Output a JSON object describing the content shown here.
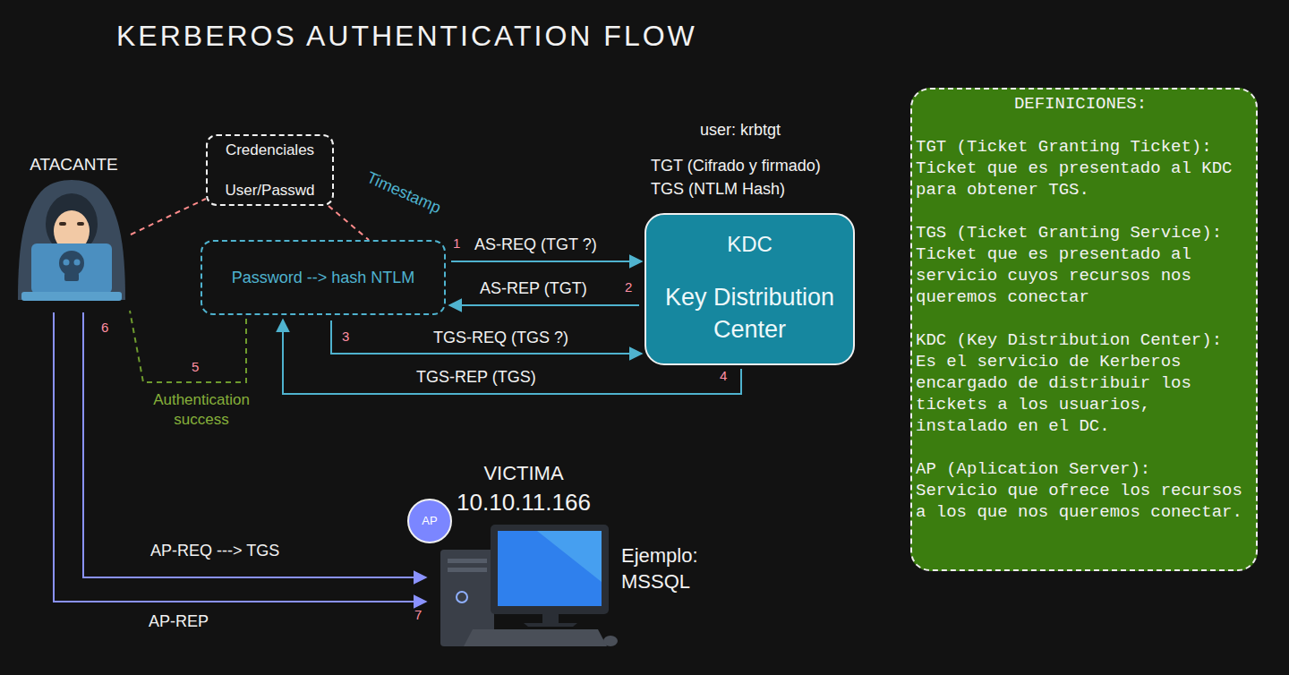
{
  "diagram": {
    "title": "KERBEROS AUTHENTICATION FLOW",
    "nodes": [
      {
        "text": [
          "ATACANTE"
        ]
      },
      {
        "text": [
          "Credenciales",
          "User/Passwd"
        ]
      },
      {
        "text": [
          "Password --> hash NTLM"
        ]
      },
      {
        "text": [
          "KDC",
          "Key Distribution Center"
        ]
      },
      {
        "text": [
          "VICTIMA",
          "10.10.11.166"
        ]
      },
      {
        "text": [
          "AP"
        ],
        "in": 4
      },
      {
        "text": [
          "DEFINICIONES:",
          "TGT (Ticket Granting Ticket):",
          "Ticket que es presentado al KDC para obtener TGS.",
          "TGS (Ticket Granting Service):",
          "Ticket que es presentado al servicio cuyos recursos nos queremos conectar",
          "KDC (Key Distribution Center):",
          "Es el servicio de Kerberos encargado de distribuir los tickets a los usuarios, instalado en el DC.",
          "AP (Aplication Server):",
          "Servicio que ofrece los recursos a los que nos queremos conectar."
        ]
      }
    ],
    "edges": [
      {
        "from": 0,
        "to": 1,
        "arrow": "none"
      },
      {
        "from": 1,
        "to": 2,
        "label": "Timestamp",
        "arrow": "none"
      },
      {
        "from": 2,
        "to": 3,
        "label": "AS-REQ (TGT ?)",
        "arrow": "to"
      },
      {
        "from": 3,
        "to": 2,
        "label": "AS-REP (TGT)",
        "arrow": "to"
      },
      {
        "from": 2,
        "to": 3,
        "label": "TGS-REQ (TGS ?)",
        "arrow": "to"
      },
      {
        "from": 3,
        "to": 2,
        "label": "TGS-REP (TGS)",
        "arrow": "to"
      },
      {
        "from": 2,
        "to": 0,
        "label": "Authentication success",
        "arrow": "none"
      },
      {
        "from": 0,
        "to": 4,
        "label": "AP-REQ ---> TGS",
        "arrow": "to"
      },
      {
        "from": 0,
        "to": 4,
        "label": "AP-REP",
        "arrow": "to"
      }
    ],
    "labels": [
      "user: krbtgt",
      "TGT (Cifrado y firmado)",
      "TGS (NTLM Hash)",
      "1",
      "2",
      "3",
      "4",
      "5",
      "6",
      "7",
      "Ejemplo: MSSQL"
    ]
  }
}
